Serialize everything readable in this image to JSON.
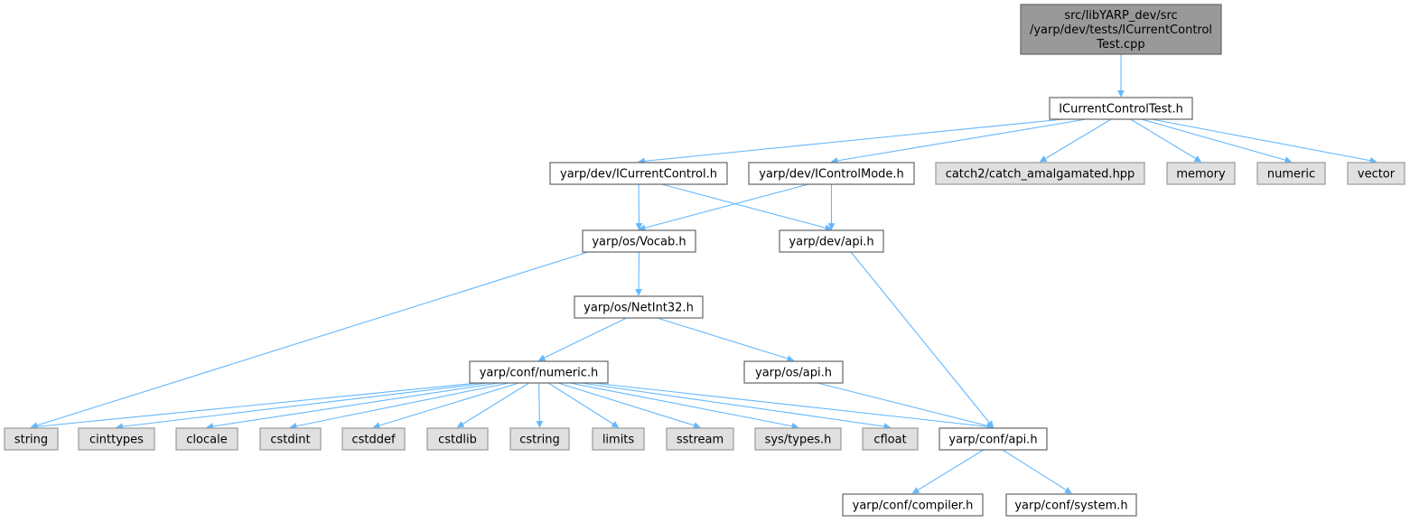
{
  "colors": {
    "edge": "#63b8ff",
    "root_fill": "#999999",
    "root_stroke": "#666666",
    "node_fill": "#ffffff",
    "node_stroke": "#666666",
    "external_fill": "#e0e0e0",
    "external_stroke": "#999999"
  },
  "nodes": [
    {
      "id": "root",
      "kind": "root",
      "lines": [
        "src/libYARP_dev/src",
        "/yarp/dev/tests/ICurrentControl",
        "Test.cpp"
      ]
    },
    {
      "id": "icct_h",
      "kind": "file",
      "lines": [
        "ICurrentControlTest.h"
      ]
    },
    {
      "id": "icurrentcontrol_h",
      "kind": "file",
      "lines": [
        "yarp/dev/ICurrentControl.h"
      ]
    },
    {
      "id": "icontrolmode_h",
      "kind": "file",
      "lines": [
        "yarp/dev/IControlMode.h"
      ]
    },
    {
      "id": "catch2",
      "kind": "external",
      "lines": [
        "catch2/catch_amalgamated.hpp"
      ]
    },
    {
      "id": "memory",
      "kind": "external",
      "lines": [
        "memory"
      ]
    },
    {
      "id": "numeric",
      "kind": "external",
      "lines": [
        "numeric"
      ]
    },
    {
      "id": "vector",
      "kind": "external",
      "lines": [
        "vector"
      ]
    },
    {
      "id": "vocab_h",
      "kind": "file",
      "lines": [
        "yarp/os/Vocab.h"
      ]
    },
    {
      "id": "dev_api_h",
      "kind": "file",
      "lines": [
        "yarp/dev/api.h"
      ]
    },
    {
      "id": "netint32_h",
      "kind": "file",
      "lines": [
        "yarp/os/NetInt32.h"
      ]
    },
    {
      "id": "conf_numeric_h",
      "kind": "file",
      "lines": [
        "yarp/conf/numeric.h"
      ]
    },
    {
      "id": "os_api_h",
      "kind": "file",
      "lines": [
        "yarp/os/api.h"
      ]
    },
    {
      "id": "string",
      "kind": "external",
      "lines": [
        "string"
      ]
    },
    {
      "id": "cinttypes",
      "kind": "external",
      "lines": [
        "cinttypes"
      ]
    },
    {
      "id": "clocale",
      "kind": "external",
      "lines": [
        "clocale"
      ]
    },
    {
      "id": "cstdint",
      "kind": "external",
      "lines": [
        "cstdint"
      ]
    },
    {
      "id": "cstddef",
      "kind": "external",
      "lines": [
        "cstddef"
      ]
    },
    {
      "id": "cstdlib",
      "kind": "external",
      "lines": [
        "cstdlib"
      ]
    },
    {
      "id": "cstring",
      "kind": "external",
      "lines": [
        "cstring"
      ]
    },
    {
      "id": "limits",
      "kind": "external",
      "lines": [
        "limits"
      ]
    },
    {
      "id": "sstream",
      "kind": "external",
      "lines": [
        "sstream"
      ]
    },
    {
      "id": "sys_types_h",
      "kind": "external",
      "lines": [
        "sys/types.h"
      ]
    },
    {
      "id": "cfloat",
      "kind": "external",
      "lines": [
        "cfloat"
      ]
    },
    {
      "id": "conf_api_h",
      "kind": "file",
      "lines": [
        "yarp/conf/api.h"
      ]
    },
    {
      "id": "compiler_h",
      "kind": "file",
      "lines": [
        "yarp/conf/compiler.h"
      ]
    },
    {
      "id": "system_h",
      "kind": "file",
      "lines": [
        "yarp/conf/system.h"
      ]
    }
  ],
  "edges": [
    [
      "root",
      "icct_h"
    ],
    [
      "icct_h",
      "icurrentcontrol_h"
    ],
    [
      "icct_h",
      "icontrolmode_h"
    ],
    [
      "icct_h",
      "catch2"
    ],
    [
      "icct_h",
      "memory"
    ],
    [
      "icct_h",
      "numeric"
    ],
    [
      "icct_h",
      "vector"
    ],
    [
      "icurrentcontrol_h",
      "vocab_h"
    ],
    [
      "icurrentcontrol_h",
      "dev_api_h"
    ],
    [
      "icontrolmode_h",
      "vocab_h"
    ],
    [
      "icontrolmode_h",
      "dev_api_h"
    ],
    [
      "vocab_h",
      "netint32_h"
    ],
    [
      "vocab_h",
      "string"
    ],
    [
      "dev_api_h",
      "conf_api_h"
    ],
    [
      "netint32_h",
      "conf_numeric_h"
    ],
    [
      "netint32_h",
      "os_api_h"
    ],
    [
      "conf_numeric_h",
      "string"
    ],
    [
      "conf_numeric_h",
      "cinttypes"
    ],
    [
      "conf_numeric_h",
      "clocale"
    ],
    [
      "conf_numeric_h",
      "cstdint"
    ],
    [
      "conf_numeric_h",
      "cstddef"
    ],
    [
      "conf_numeric_h",
      "cstdlib"
    ],
    [
      "conf_numeric_h",
      "cstring"
    ],
    [
      "conf_numeric_h",
      "limits"
    ],
    [
      "conf_numeric_h",
      "sstream"
    ],
    [
      "conf_numeric_h",
      "sys_types_h"
    ],
    [
      "conf_numeric_h",
      "cfloat"
    ],
    [
      "conf_numeric_h",
      "conf_api_h"
    ],
    [
      "os_api_h",
      "conf_api_h"
    ],
    [
      "conf_api_h",
      "compiler_h"
    ],
    [
      "conf_api_h",
      "system_h"
    ]
  ]
}
